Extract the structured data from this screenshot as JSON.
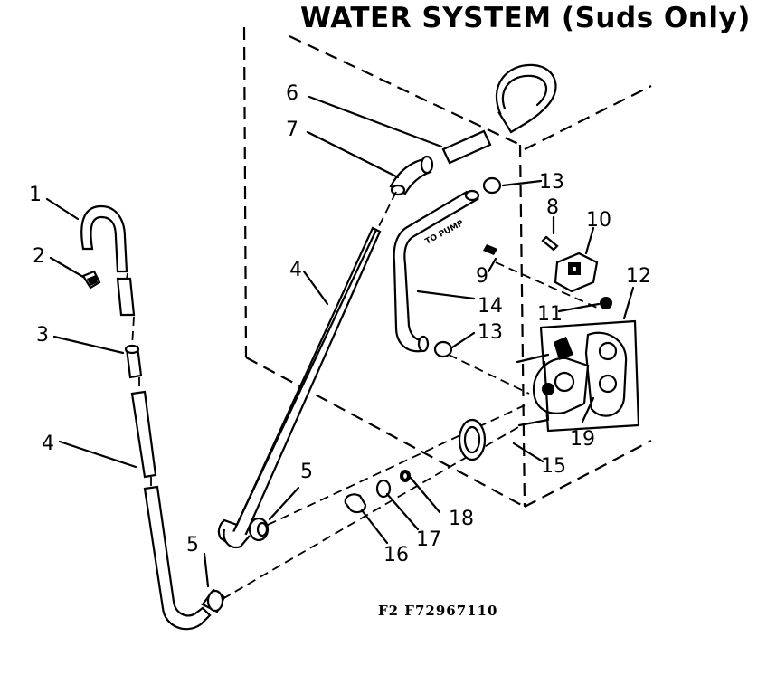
{
  "title": "WATER SYSTEM (Suds Only)",
  "part_number": "F2 F72967110",
  "to_pump_text": "TO PUMP",
  "callouts": {
    "c1": "1",
    "c2": "2",
    "c3": "3",
    "c4a": "4",
    "c4b": "4",
    "c5a": "5",
    "c5b": "5",
    "c6": "6",
    "c7": "7",
    "c8": "8",
    "c9": "9",
    "c10": "10",
    "c11": "11",
    "c12": "12",
    "c13a": "13",
    "c13b": "13",
    "c14": "14",
    "c15": "15",
    "c16": "16",
    "c17": "17",
    "c18": "18",
    "c19": "19"
  }
}
